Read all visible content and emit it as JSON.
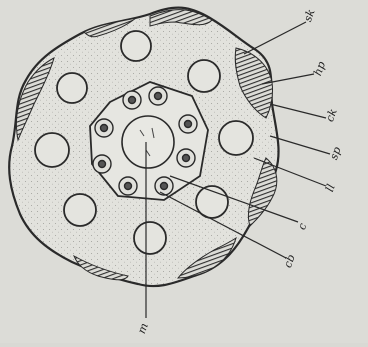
{
  "figure": {
    "labels": {
      "label_1": "sk",
      "label_2": "hp",
      "label_3": "ck",
      "label_4": "sp",
      "label_5": "ll",
      "label_6": "c",
      "label_7": "cb",
      "label_8": "m"
    },
    "colors": {
      "paper": "#dcdcd7",
      "ink": "#2a2a2a",
      "hatch": "#3a3a3a"
    }
  }
}
